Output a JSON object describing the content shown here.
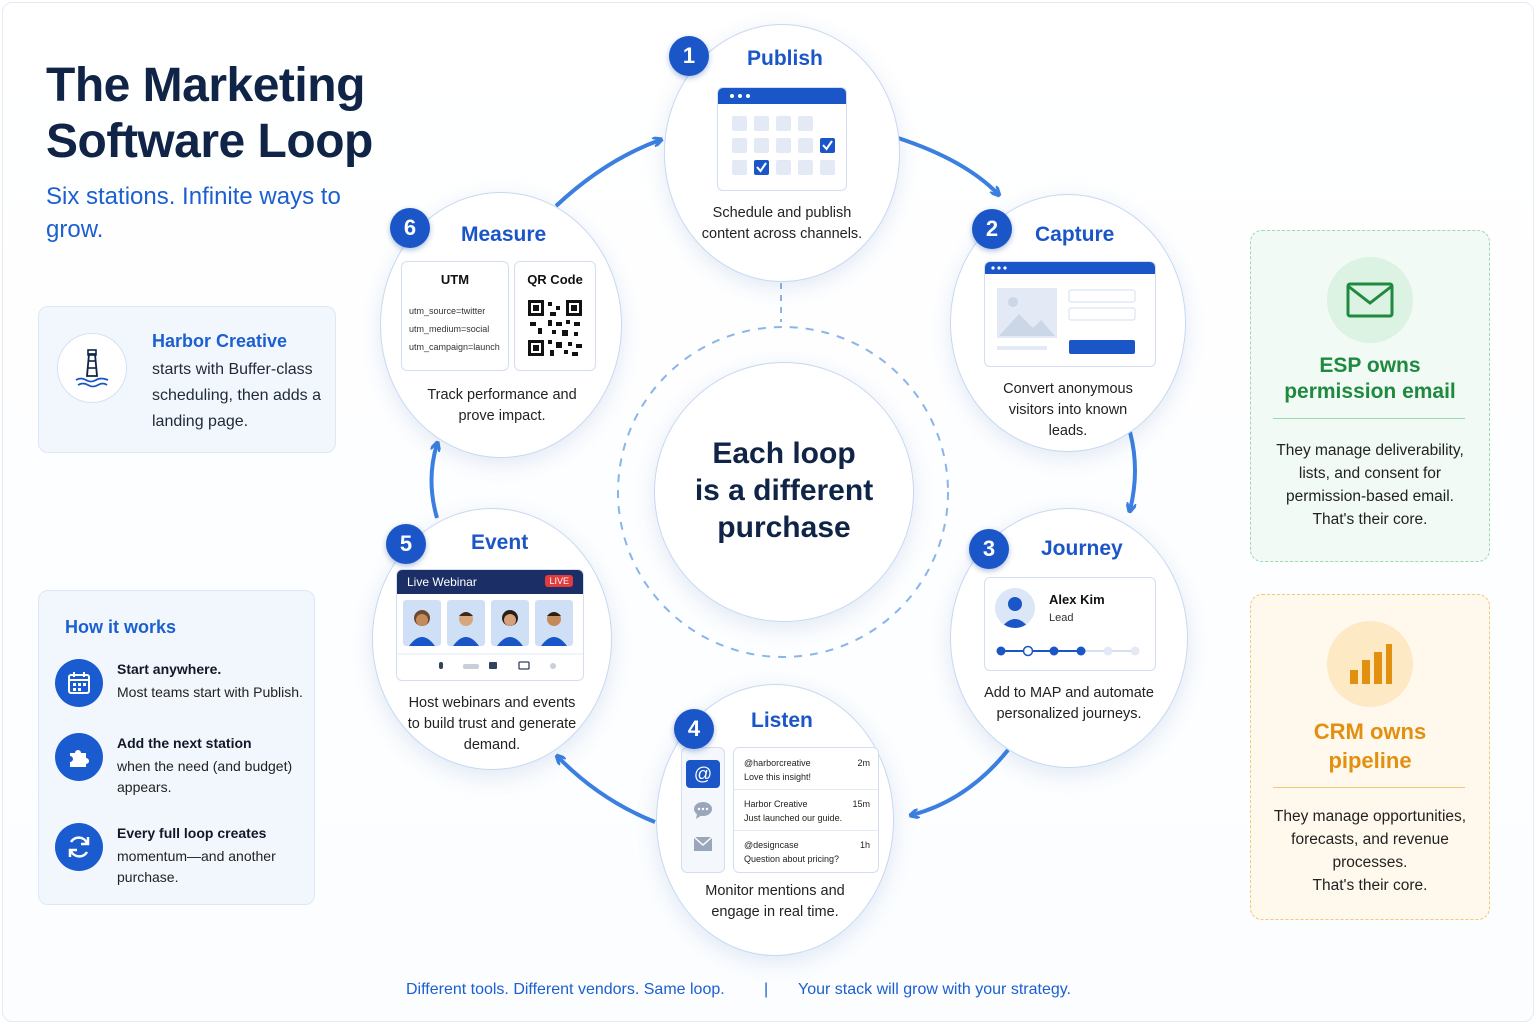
{
  "title": "The Marketing Software Loop",
  "subtitle": "Six stations. Infinite ways to grow.",
  "harbor": {
    "name": "Harbor Creative",
    "description": "starts with Buffer-class scheduling, then adds a landing page."
  },
  "how_it_works": {
    "heading": "How it works",
    "steps": [
      {
        "title": "Start anywhere.",
        "text": "Most teams start with Publish.",
        "icon": "calendar-icon"
      },
      {
        "title": "Add the next station",
        "text": "when the need (and budget) appears.",
        "icon": "puzzle-icon"
      },
      {
        "title": "Every full loop creates",
        "text": "momentum—and another purchase.",
        "icon": "refresh-icon"
      }
    ]
  },
  "center": {
    "line1": "Each loop",
    "line2": "is a different",
    "line3": "purchase"
  },
  "stations": {
    "publish": {
      "number": "1",
      "title": "Publish",
      "desc": "Schedule and publish content across channels."
    },
    "capture": {
      "number": "2",
      "title": "Capture",
      "desc": "Convert anonymous visitors into known leads."
    },
    "journey": {
      "number": "3",
      "title": "Journey",
      "desc": "Add to MAP and automate personalized journeys.",
      "contact_name": "Alex Kim",
      "contact_role": "Lead"
    },
    "listen": {
      "number": "4",
      "title": "Listen",
      "desc": "Monitor mentions and engage in real time.",
      "mentions": [
        {
          "handle": "@harborcreative",
          "time": "2m",
          "text": "Love this insight!"
        },
        {
          "handle": "Harbor Creative",
          "time": "15m",
          "text": "Just launched our guide."
        },
        {
          "handle": "@designcase",
          "time": "1h",
          "text": "Question about pricing?"
        }
      ]
    },
    "event": {
      "number": "5",
      "title": "Event",
      "desc": "Host webinars and events to build trust and generate demand.",
      "webinar_label": "Live Webinar",
      "live_label": "LIVE"
    },
    "measure": {
      "number": "6",
      "title": "Measure",
      "desc": "Track performance and prove impact.",
      "utm_title": "UTM",
      "utm_lines": [
        "utm_source=twitter",
        "utm_medium=social",
        "utm_campaign=launch"
      ],
      "qr_title": "QR Code"
    }
  },
  "esp": {
    "title_line1": "ESP owns",
    "title_line2": "permission email",
    "body": [
      "They manage deliverability,",
      "lists, and consent for",
      "permission-based email.",
      "That's their core."
    ],
    "color": "#1f8a3f"
  },
  "crm": {
    "title_line1": "CRM owns",
    "title_line2": "pipeline",
    "body": [
      "They manage opportunities,",
      "forecasts, and revenue",
      "processes.",
      "That's their core."
    ],
    "color": "#e2900f"
  },
  "footer": {
    "left": "Different tools. Different vendors. Same loop.",
    "separator": "|",
    "right": "Your stack will grow with your strategy."
  },
  "colors": {
    "primary": "#1a56c8",
    "arrow": "#3b7fe0",
    "dark": "#0f2447"
  }
}
